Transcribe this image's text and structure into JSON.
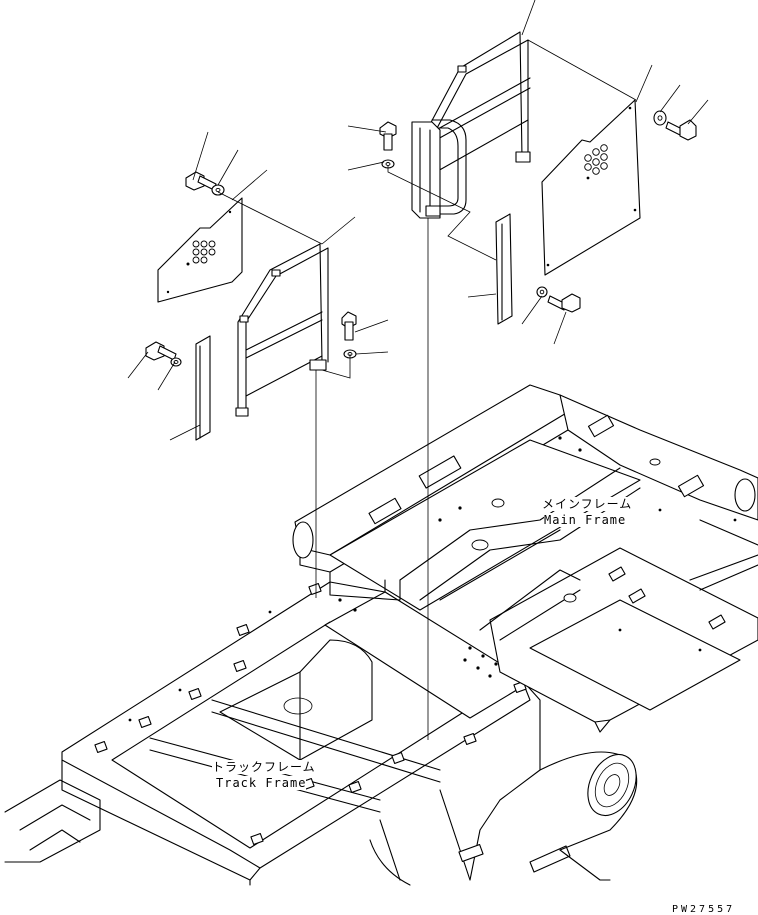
{
  "labels": {
    "main_frame_jp": "メインフレーム",
    "main_frame_en": "Main Frame",
    "track_frame_jp": "トラックフレーム",
    "track_frame_en": "Track Frame"
  },
  "drawing_code": "PW27557",
  "colors": {
    "ink": "#000000",
    "paper": "#ffffff"
  }
}
